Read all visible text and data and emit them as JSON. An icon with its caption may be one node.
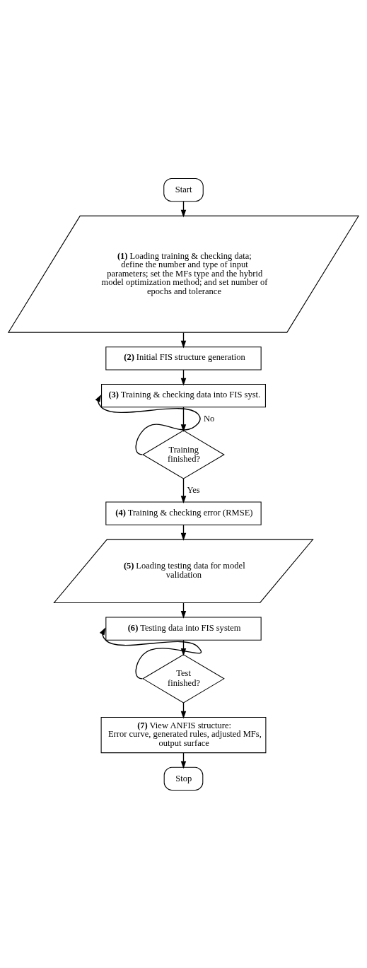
{
  "diagram": {
    "nodes": [
      {
        "text": [
          "Start"
        ]
      },
      {
        "text": [
          "**(1)** Loading training & checking data; define the number and type of input parameters; set the MFs type and the hybrid model optimization method; and set number of epochs and tolerance"
        ]
      },
      {
        "text": [
          "**(2)** Initial FIS structure generation"
        ]
      },
      {
        "text": [
          "**(3)** Training & checking data into FIS syst."
        ]
      },
      {
        "text": [
          "Training finished?"
        ]
      },
      {
        "text": [
          "**(4)** Training & checking error (RMSE)"
        ]
      },
      {
        "text": [
          "**(5)** Loading testing data for model validation"
        ]
      },
      {
        "text": [
          "**(6)** Testing data into FIS system"
        ]
      },
      {
        "text": [
          "Test finished?"
        ]
      },
      {
        "text": [
          "**(7)** View ANFIS structure:",
          "Error curve, generated rules, adjusted MFs, output surface"
        ]
      },
      {
        "text": [
          "Stop"
        ]
      }
    ],
    "edges": [
      {
        "from": 0,
        "to": 1,
        "arrow": "to"
      },
      {
        "from": 1,
        "to": 2,
        "arrow": "to"
      },
      {
        "from": 2,
        "to": 3,
        "arrow": "to"
      },
      {
        "from": 3,
        "to": 4,
        "arrow": "to"
      },
      {
        "from": 4,
        "to": 3,
        "arrow": "to",
        "label": "No"
      },
      {
        "from": 4,
        "to": 5,
        "arrow": "to",
        "label": "Yes"
      },
      {
        "from": 5,
        "to": 6,
        "arrow": "to"
      },
      {
        "from": 6,
        "to": 7,
        "arrow": "to"
      },
      {
        "from": 7,
        "to": 8,
        "arrow": "to"
      },
      {
        "from": 8,
        "to": 7,
        "arrow": "to"
      },
      {
        "from": 8,
        "to": 9,
        "arrow": "to"
      },
      {
        "from": 9,
        "to": 10,
        "arrow": "to"
      }
    ]
  }
}
